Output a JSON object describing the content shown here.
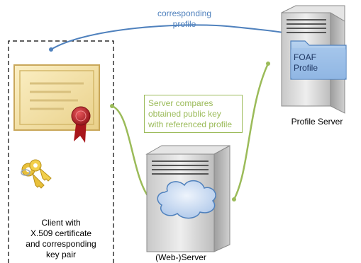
{
  "labels": {
    "top_arrow": [
      "corresponding",
      "profile"
    ],
    "foaf_folder": [
      "FOAF",
      "Profile"
    ],
    "profile_server": "Profile Server",
    "web_server": "(Web-)Server",
    "client": [
      "Client with",
      "X.509 certificate",
      "and corresponding",
      "key pair"
    ],
    "server_note": [
      "Server compares",
      "obtained public key",
      "with referenced profile"
    ]
  },
  "colors": {
    "blue": "#4f81bd",
    "green": "#9bbb59",
    "certificate": "#f0dfa8",
    "seal": "#c0282e",
    "folder": "#8db4e2",
    "cloud": "#c6d9f1",
    "server_body": "#d9d9d9"
  },
  "icons": [
    "certificate-icon",
    "keys-icon",
    "server-icon",
    "folder-icon",
    "cloud-icon"
  ]
}
